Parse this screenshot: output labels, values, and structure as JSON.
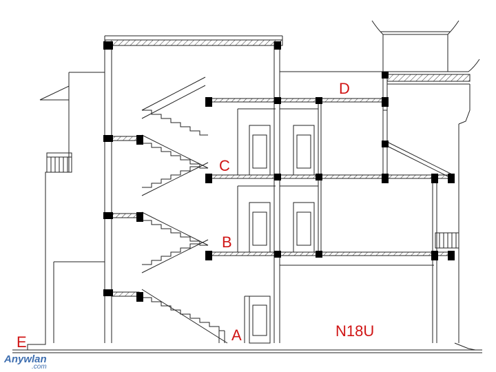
{
  "labels": {
    "a": "A",
    "b": "B",
    "c": "C",
    "d": "D",
    "e": "E",
    "code": "N18U"
  },
  "watermark": {
    "name": "Anywlan",
    "suffix": ".com"
  },
  "colors": {
    "line": "#222222",
    "label": "#d01515",
    "column": "#000000",
    "watermark": "#3f6fb0"
  }
}
